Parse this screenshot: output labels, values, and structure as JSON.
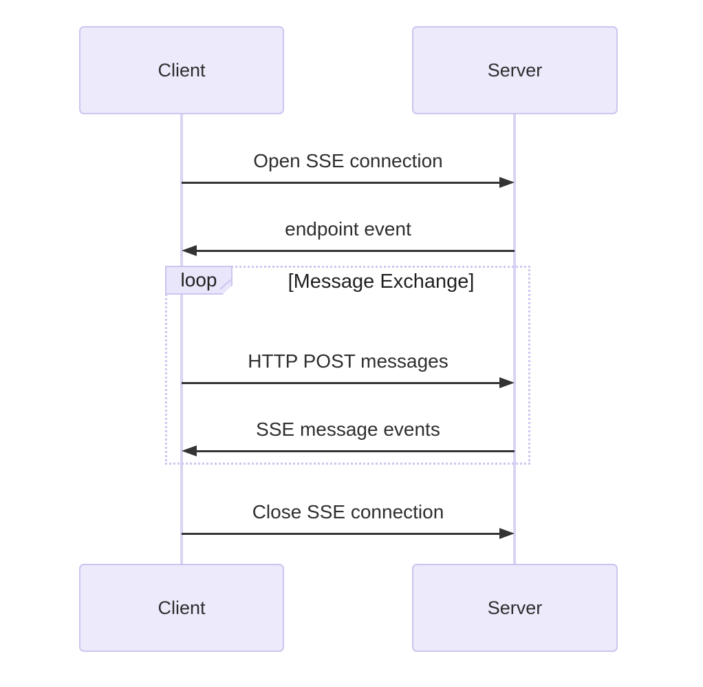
{
  "diagram": {
    "type": "sequence-diagram",
    "actors": [
      {
        "id": "client",
        "label": "Client"
      },
      {
        "id": "server",
        "label": "Server"
      }
    ],
    "messages": [
      {
        "text": "Open SSE connection",
        "from": "Client",
        "to": "Server",
        "direction": "right"
      },
      {
        "text": "endpoint event",
        "from": "Server",
        "to": "Client",
        "direction": "left"
      },
      {
        "text": "HTTP POST messages",
        "from": "Client",
        "to": "Server",
        "direction": "right",
        "in_loop": true
      },
      {
        "text": "SSE message events",
        "from": "Server",
        "to": "Client",
        "direction": "left",
        "in_loop": true
      },
      {
        "text": "Close SSE connection",
        "from": "Client",
        "to": "Server",
        "direction": "right"
      }
    ],
    "loop": {
      "label": "loop",
      "condition": "[Message Exchange]"
    },
    "colors": {
      "background": "#FFFFFF",
      "actor_fill": "#ECEAFB",
      "actor_border": "#CCC5F0",
      "lifeline": "#D8D3F3",
      "loop_border": "#CCC6F0",
      "loop_label_fill": "#E9E5FA",
      "arrow": "#333333",
      "text": "#2E2E2E"
    }
  }
}
